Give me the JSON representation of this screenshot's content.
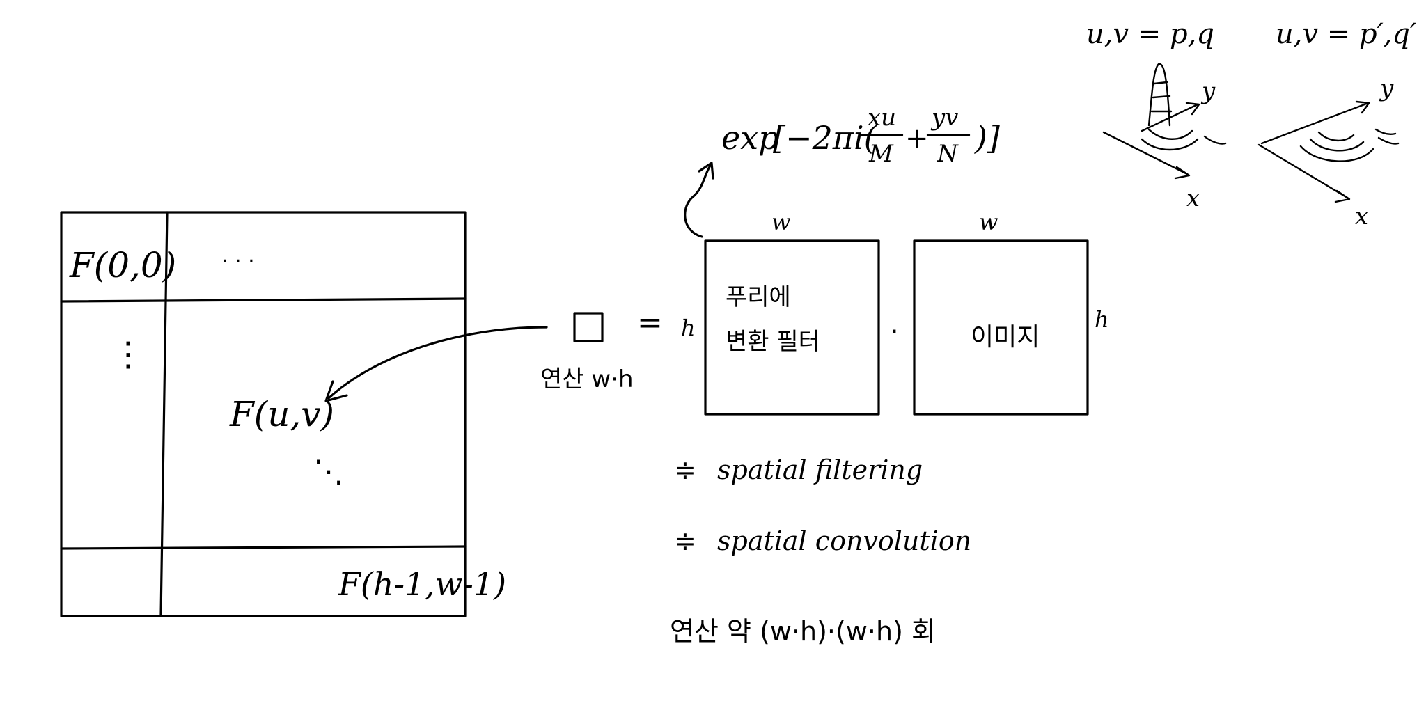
{
  "matrix": {
    "cell_top_left": "F(0,0)",
    "top_dots": "· · ·",
    "left_dots": "⋮",
    "cell_center": "F(u,v)",
    "diag_dots": "⋱",
    "cell_bottom_right": "F(h-1,w-1)"
  },
  "operation": {
    "equals": "=",
    "cost_label": "연산 w·h",
    "dot_operator": "·"
  },
  "exponent": {
    "formula_prefix": "exp",
    "formula_body": "[−2πi(",
    "frac1_num": "xu",
    "frac1_den": "M",
    "plus": "+",
    "frac2_num": "yv",
    "frac2_den": "N",
    "formula_close": ")]"
  },
  "filter_box": {
    "width_label": "w",
    "height_label": "h",
    "line1": "푸리에",
    "line2": "변환 필터"
  },
  "image_box": {
    "width_label": "w",
    "height_label": "h",
    "label": "이미지"
  },
  "notes": {
    "line1_symbol": "≑",
    "line1_text": "spatial filtering",
    "line2_symbol": "≑",
    "line2_text": "spatial convolution",
    "cost": "연산 약 (w·h)·(w·h) 회"
  },
  "surfaces": {
    "left_title": "u,v = p,q",
    "right_title": "u,v = p′,q′",
    "axis_y": "y",
    "axis_x": "x"
  }
}
